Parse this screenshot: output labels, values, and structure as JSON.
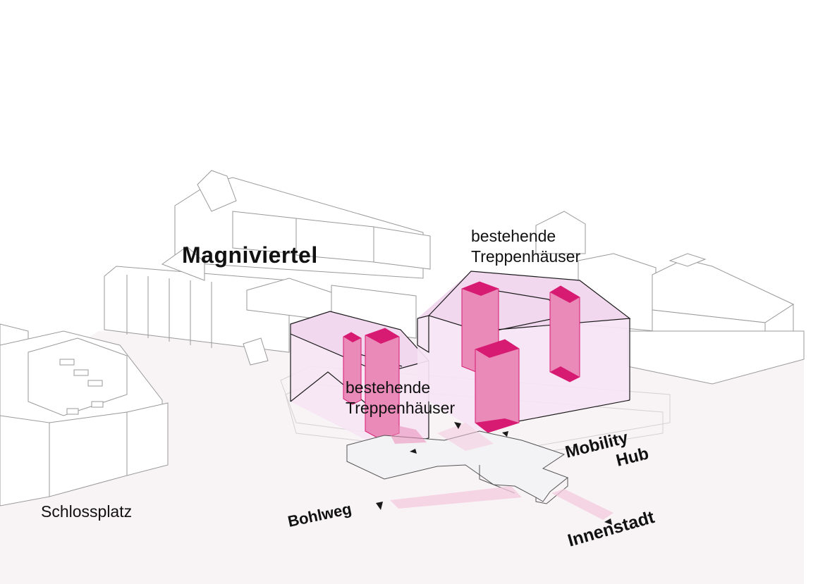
{
  "labels": {
    "district": "Magniviertel",
    "stairs_top_line1": "bestehende",
    "stairs_top_line2": "Treppenhäuser",
    "stairs_mid_line1": "bestehende",
    "stairs_mid_line2": "Treppenhäuser",
    "mobility_line1": "Mobility",
    "mobility_line2": "Hub",
    "square": "Schlossplatz",
    "street": "Bohlweg",
    "city": "Innenstadt"
  },
  "colors": {
    "accent": "#d81b72",
    "accent_fill": "#e98ab8",
    "volume_tint": "#f6e4f4",
    "ground": "#f8f4f6",
    "context_line": "#9a9a9a"
  }
}
